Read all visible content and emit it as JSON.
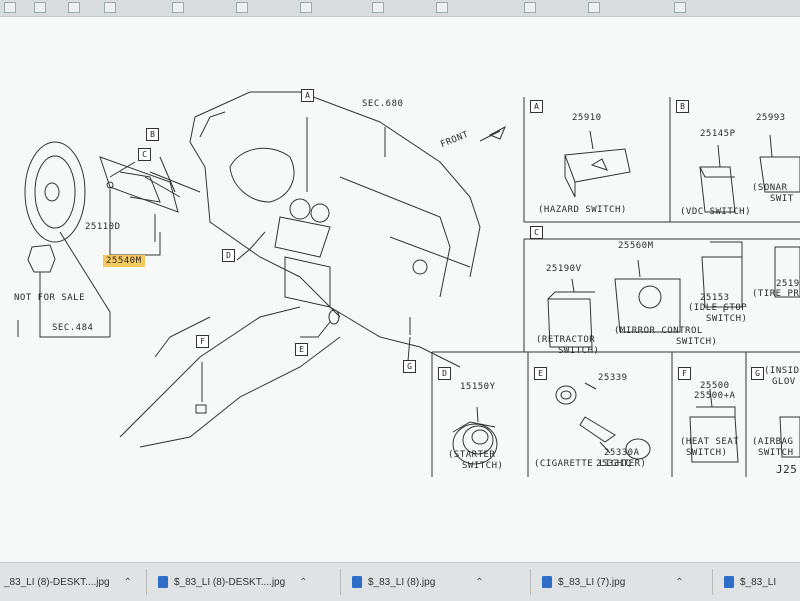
{
  "diagram": {
    "sec_680": "SEC.680",
    "sec_484": "SEC.484",
    "front": "FRONT",
    "not_for_sale": "NOT FOR SALE",
    "part_25110d": "25110D",
    "part_25540m": "25540M",
    "tags": [
      "A",
      "B",
      "C",
      "D",
      "E",
      "F",
      "G"
    ],
    "corner_code": "J25"
  },
  "panels": {
    "A": {
      "tag": "A",
      "part": "25910",
      "caption": "(HAZARD SWITCH)"
    },
    "B": {
      "tag": "B",
      "part1": "25145P",
      "caption1": "(VDC SWITCH)",
      "part2": "25993",
      "caption2a": "(SONAR",
      "caption2b": "SWIT"
    },
    "C": {
      "tag": "C",
      "part1": "25190V",
      "caption1a": "(RETRACTOR",
      "caption1b": "SWITCH)",
      "part2": "25560M",
      "caption2a": "(MIRROR CONTROL",
      "caption2b": "SWITCH)",
      "part3": "25153",
      "caption3a": "(IDLE STOP",
      "caption3b": "SWITCH)",
      "part4": "2519",
      "caption4": "(TIRE PR"
    },
    "D": {
      "tag": "D",
      "part": "15150Y",
      "caption1": "(STARTER",
      "caption2": "SWITCH)"
    },
    "E": {
      "tag": "E",
      "part1": "25339",
      "part2": "25330A",
      "part3": "25331Q",
      "caption": "(CIGARETTE LIGHTER)"
    },
    "F": {
      "tag": "F",
      "part1": "25500",
      "part2": "25500+A",
      "caption1": "(HEAT SEAT",
      "caption2": "SWITCH)"
    },
    "G": {
      "tag": "G",
      "caption1": "(INSID",
      "caption1b": "GLOV",
      "caption2": "(AIRBAG",
      "caption2b": "SWITCH"
    }
  },
  "downloads": [
    {
      "name": "_83_LI (8)-DESKT....jpg"
    },
    {
      "name": "$_83_LI (8)-DESKT....jpg"
    },
    {
      "name": "$_83_LI (8).jpg"
    },
    {
      "name": "$_83_LI (7).jpg"
    },
    {
      "name": "$_83_LI"
    }
  ],
  "colors": {
    "highlight": "#f6c860",
    "download_icon": "#2f6fc8",
    "paper": "#f7f9f8"
  }
}
